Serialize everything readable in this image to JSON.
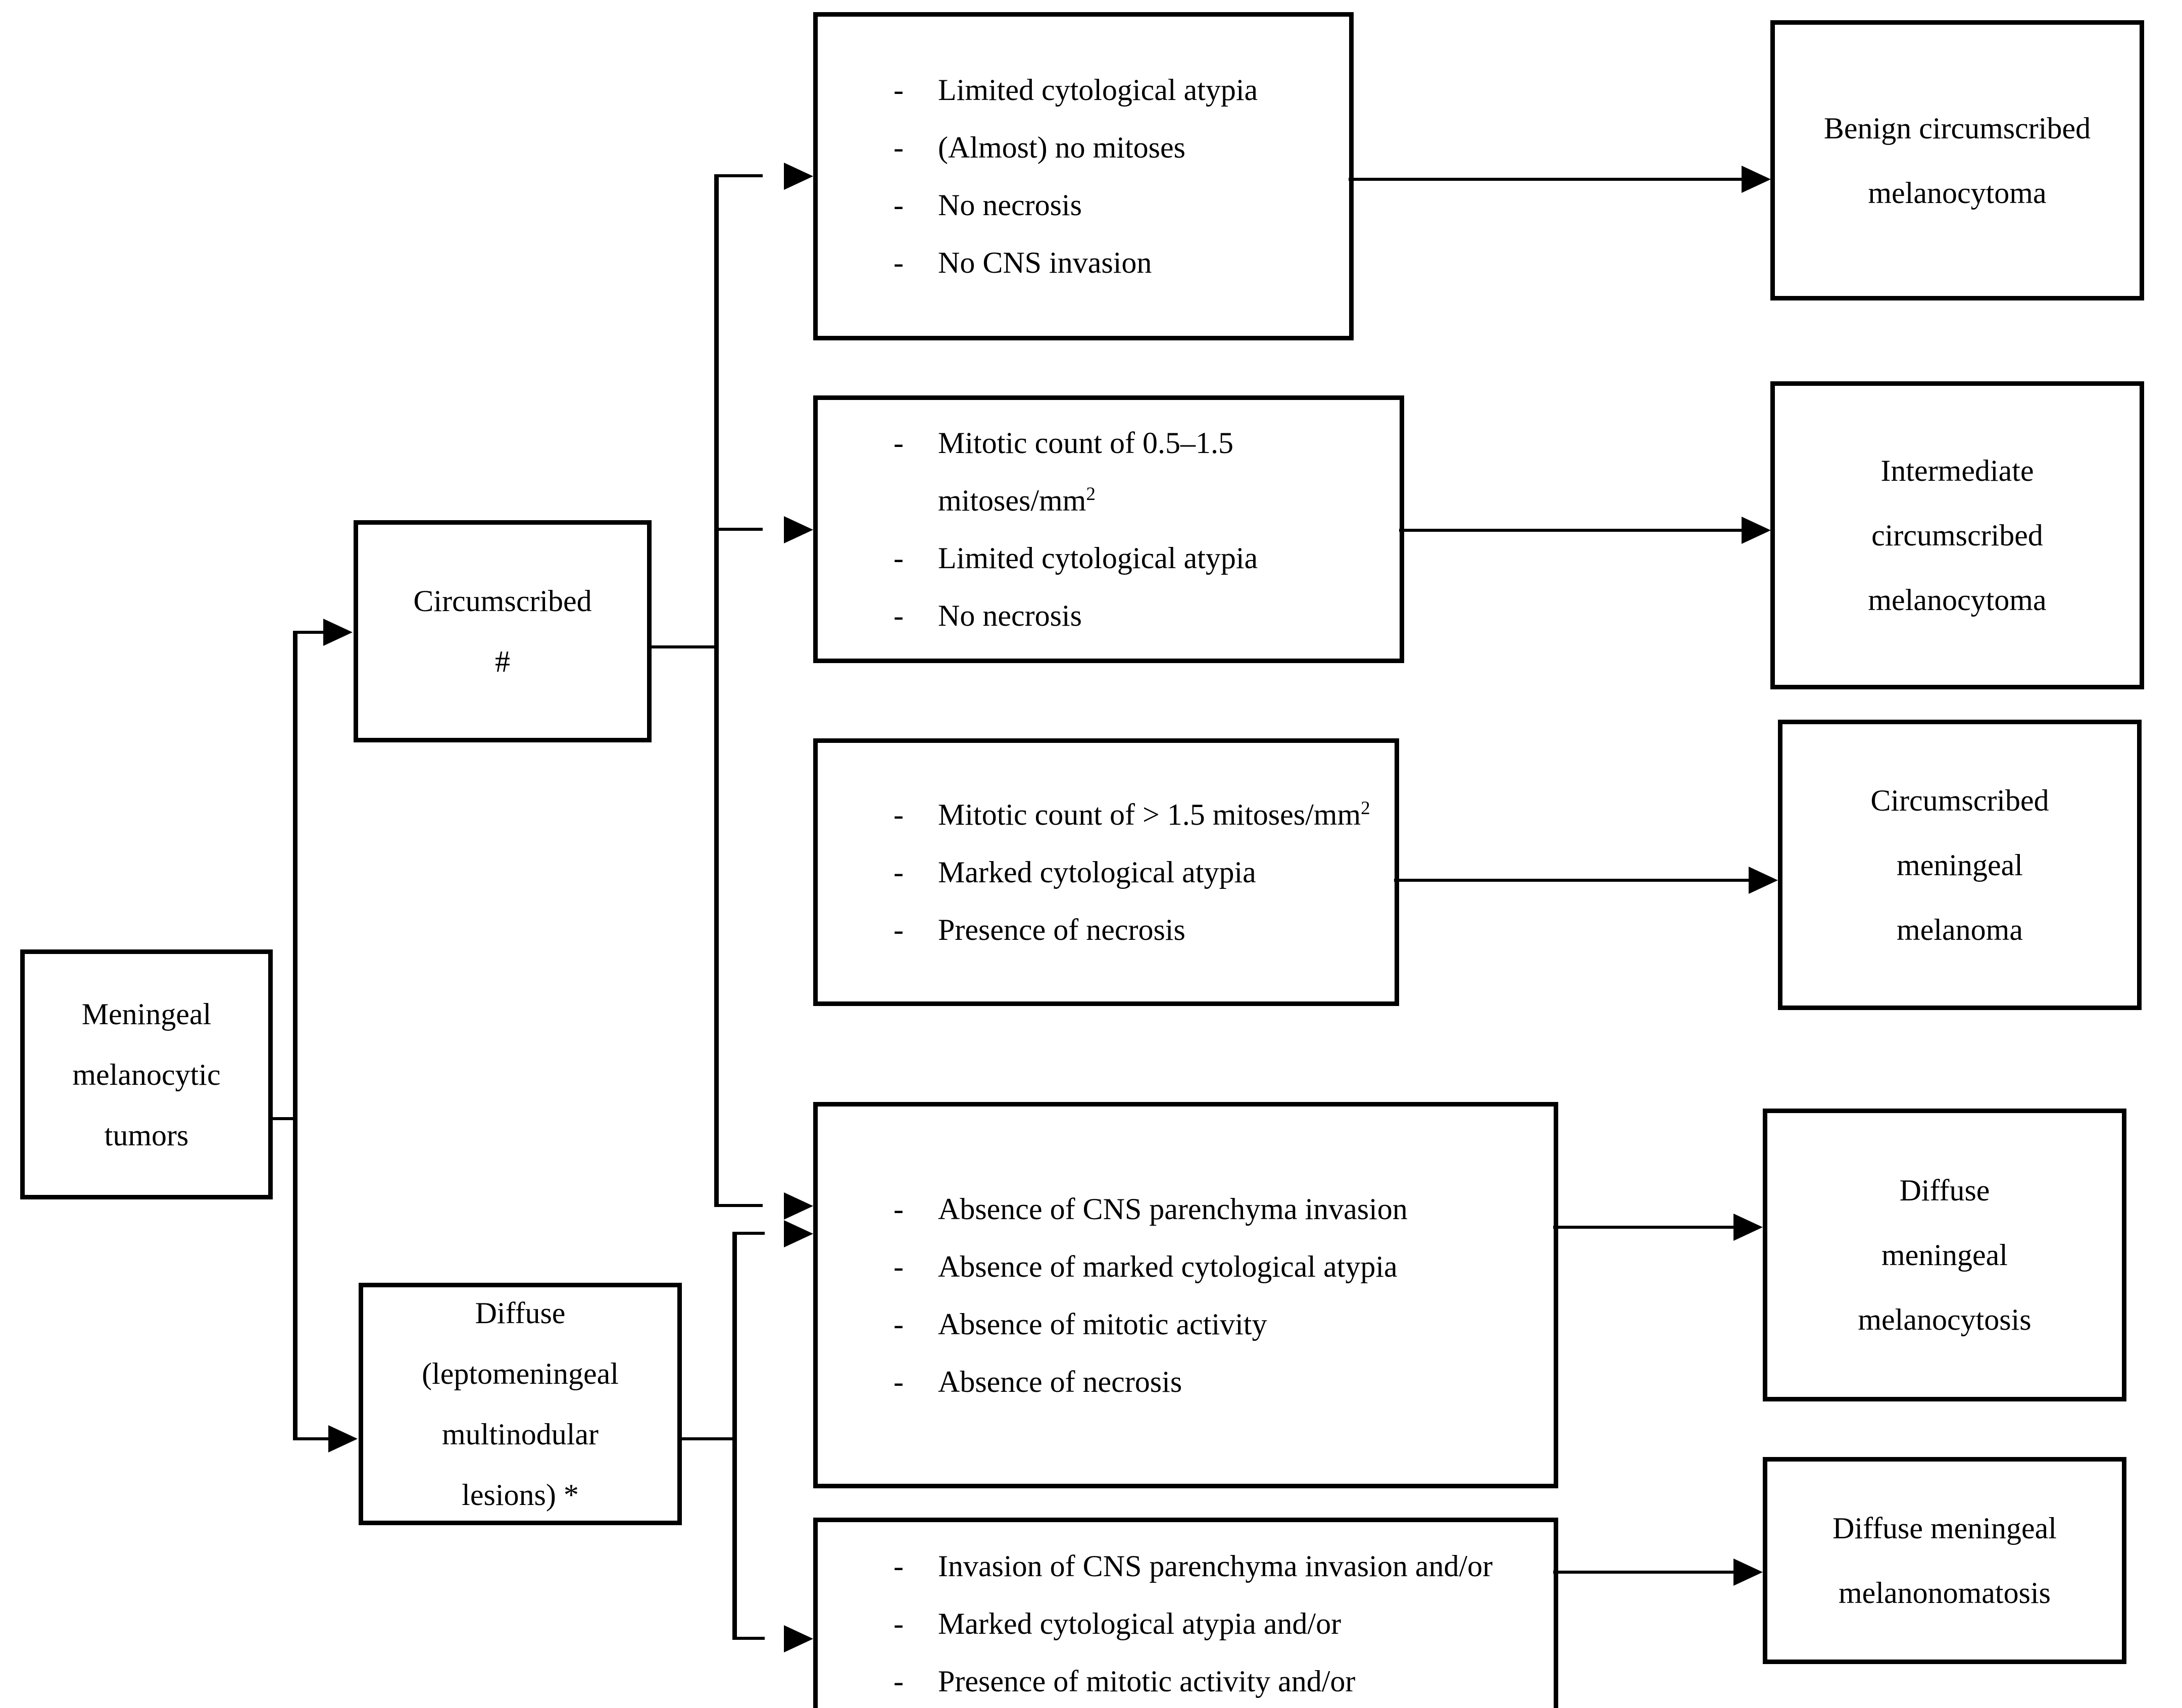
{
  "diagram": {
    "title": "Meningeal melanocytic tumors classification flowchart",
    "root": {
      "lines": [
        "Meningeal",
        "melanocytic",
        "tumors"
      ]
    },
    "categories": [
      {
        "id": "circumscribed",
        "lines": [
          "Circumscribed",
          "#"
        ]
      },
      {
        "id": "diffuse",
        "lines": [
          "Diffuse",
          "(leptomeningeal",
          "multinodular",
          "lesions) *"
        ]
      }
    ],
    "criteria": [
      {
        "id": "criteria-benign-melanocytoma",
        "items": [
          "Limited cytological atypia",
          "(Almost) no mitoses",
          "No necrosis",
          "No CNS invasion"
        ]
      },
      {
        "id": "criteria-intermediate-melanocytoma",
        "items": [
          "Mitotic count of 0.5–1.5 mitoses/mm²",
          "Limited cytological atypia",
          "No necrosis"
        ]
      },
      {
        "id": "criteria-circumscribed-melanoma",
        "items": [
          "Mitotic count of > 1.5 mitoses/mm²",
          "Marked cytological atypia",
          "Presence of necrosis"
        ]
      },
      {
        "id": "criteria-diffuse-melanocytosis",
        "items": [
          "Absence of CNS parenchyma invasion",
          "Absence of marked cytological atypia",
          "Absence of mitotic activity",
          "Absence of necrosis"
        ]
      },
      {
        "id": "criteria-diffuse-melanonomatosis",
        "items": [
          "Invasion of CNS parenchyma invasion and/or",
          "Marked cytological atypia and/or",
          "Presence of mitotic activity and/or"
        ]
      }
    ],
    "outcomes": [
      {
        "id": "benign-circumscribed-melanocytoma",
        "lines": [
          "Benign circumscribed",
          "melanocytoma"
        ]
      },
      {
        "id": "intermediate-circumscribed-melanocytoma",
        "lines": [
          "Intermediate",
          "circumscribed",
          "melanocytoma"
        ]
      },
      {
        "id": "circumscribed-meningeal-melanoma",
        "lines": [
          "Circumscribed",
          "meningeal",
          "melanoma"
        ]
      },
      {
        "id": "diffuse-meningeal-melanocytosis",
        "lines": [
          "Diffuse",
          "meningeal",
          "melanocytosis"
        ]
      },
      {
        "id": "diffuse-meningeal-melanonomatosis",
        "lines": [
          "Diffuse meningeal",
          "melanonomatosis"
        ]
      }
    ],
    "colors": {
      "stroke": "#000000",
      "background": "#ffffff",
      "text": "#000000"
    }
  }
}
